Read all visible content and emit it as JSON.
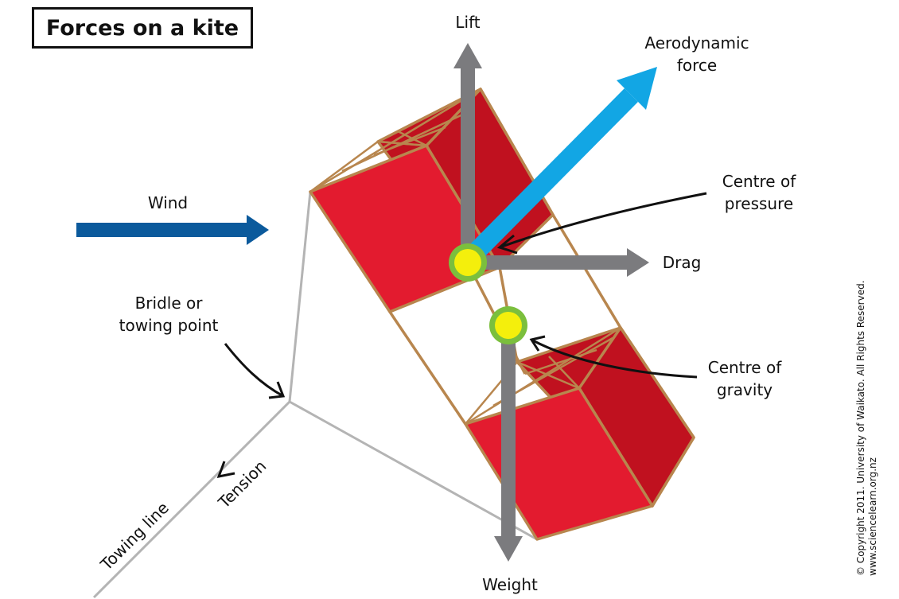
{
  "title": "Forces on a kite",
  "labels": {
    "lift": "Lift",
    "aero_line1": "Aerodynamic",
    "aero_line2": "force",
    "cop_line1": "Centre of",
    "cop_line2": "pressure",
    "drag": "Drag",
    "wind": "Wind",
    "bridle_line1": "Bridle or",
    "bridle_line2": "towing point",
    "cog_line1": "Centre of",
    "cog_line2": "gravity",
    "tension": "Tension",
    "towing_line": "Towing line",
    "weight": "Weight"
  },
  "copyright": {
    "line1": "© Copyright 2011. University of Waikato. All Rights Reserved.",
    "line2": "www.sciencelearn.org.nz"
  },
  "colors": {
    "kite_light": "#e31b2f",
    "kite_dark": "#c0111f",
    "frame": "#b8864e",
    "force_arrow": "#7b7b7e",
    "aero_arrow": "#12a6e4",
    "wind_arrow": "#0b5a9c",
    "marker_fill": "#f4ef0c",
    "marker_ring": "#7bbf3d",
    "line": "#b4b4b4"
  }
}
